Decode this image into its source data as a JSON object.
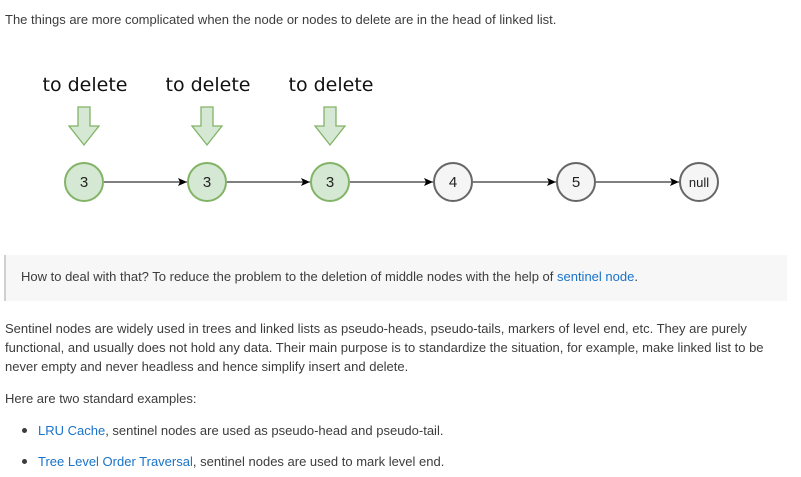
{
  "intro_text": "The things are more complicated when the node or nodes to delete are in the head of linked list.",
  "diagram": {
    "delete_labels": [
      "to delete",
      "to delete",
      "to delete"
    ],
    "nodes": [
      "3",
      "3",
      "3",
      "4",
      "5",
      "null"
    ],
    "colors": {
      "deleted_fill": "#d5e8d4",
      "deleted_stroke": "#82b366",
      "normal_fill": "#f5f5f5",
      "normal_stroke": "#666666",
      "arrow": "#000000"
    }
  },
  "callout": {
    "text_before": "How to deal with that? To reduce the problem to the deletion of middle nodes with the help of ",
    "link": "sentinel node",
    "text_after": "."
  },
  "body_paragraph": "Sentinel nodes are widely used in trees and linked lists as pseudo-heads, pseudo-tails, markers of level end, etc. They are purely functional, and usually does not hold any data. Their main purpose is to standardize the situation, for example, make linked list to be never empty and never headless and hence simplify insert and delete.",
  "examples_intro": "Here are two standard examples:",
  "examples": [
    {
      "link": "LRU Cache",
      "text": ", sentinel nodes are used as pseudo-head and pseudo-tail."
    },
    {
      "link": "Tree Level Order Traversal",
      "text": ", sentinel nodes are used to mark level end."
    }
  ],
  "colors": {
    "link": "#1a73c9",
    "text": "#3c3c3c",
    "callout_bg": "#f7f7f7"
  }
}
